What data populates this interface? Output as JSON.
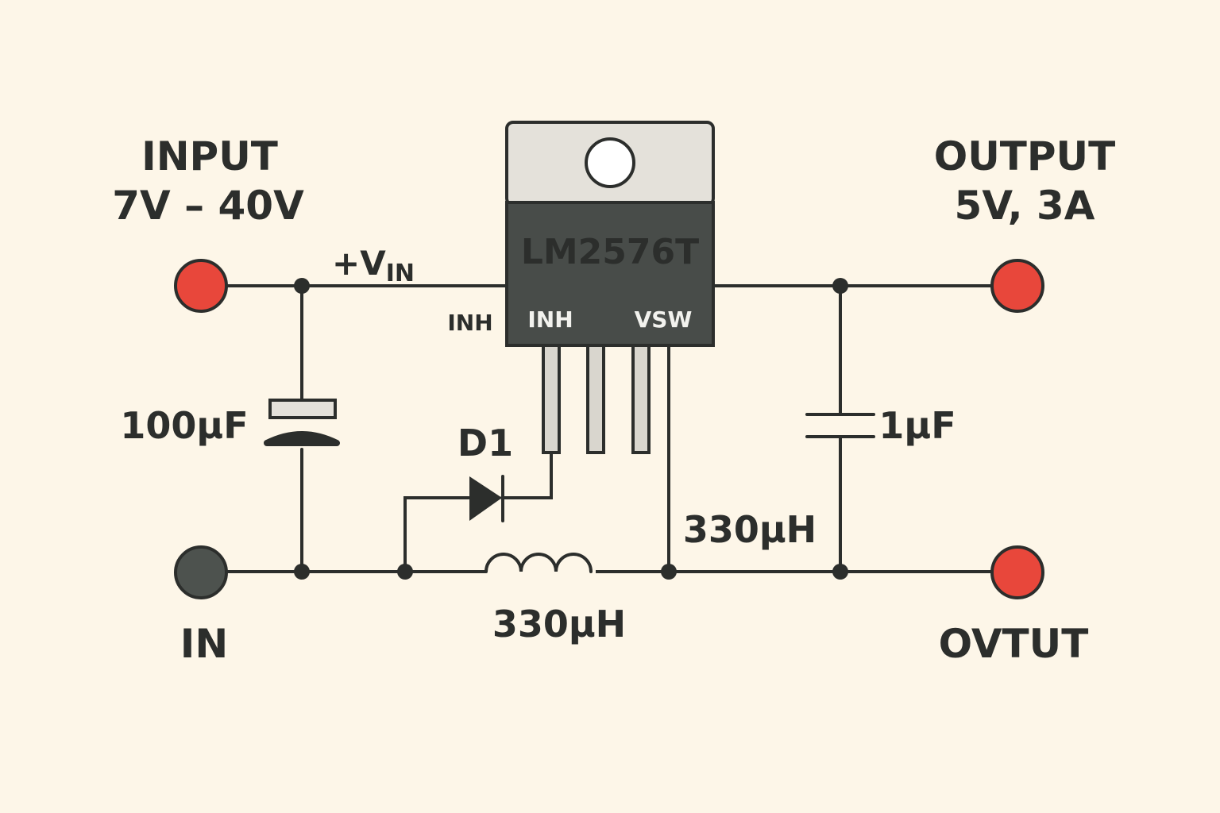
{
  "colors": {
    "background": "#fdf6e8",
    "wire": "#2c2e2c",
    "terminal_red": "#e8473b",
    "terminal_dark": "#4d524e",
    "ic_body": "#484c49",
    "ic_tab": "#e4e1da"
  },
  "input": {
    "title": "INPUT",
    "range": "7V – 40V",
    "ground_label": "IN"
  },
  "output": {
    "title": "OUTPUT",
    "spec": "5V, 3A",
    "ground_label": "OVTUT"
  },
  "vin_label": {
    "prefix": "+V",
    "subscript": "IN"
  },
  "ic": {
    "part": "LM2576T",
    "pin_outside": "INH",
    "pin_left": "INH",
    "pin_right": "VSW"
  },
  "components": {
    "input_cap": "100µF",
    "output_cap": "1µF",
    "diode": "D1",
    "inductor_upper": "330µH",
    "inductor_lower": "330µH"
  },
  "icons": {
    "input_terminal": "red-terminal-icon",
    "ground_terminal": "dark-terminal-icon",
    "output_terminals": "red-terminal-icon"
  }
}
